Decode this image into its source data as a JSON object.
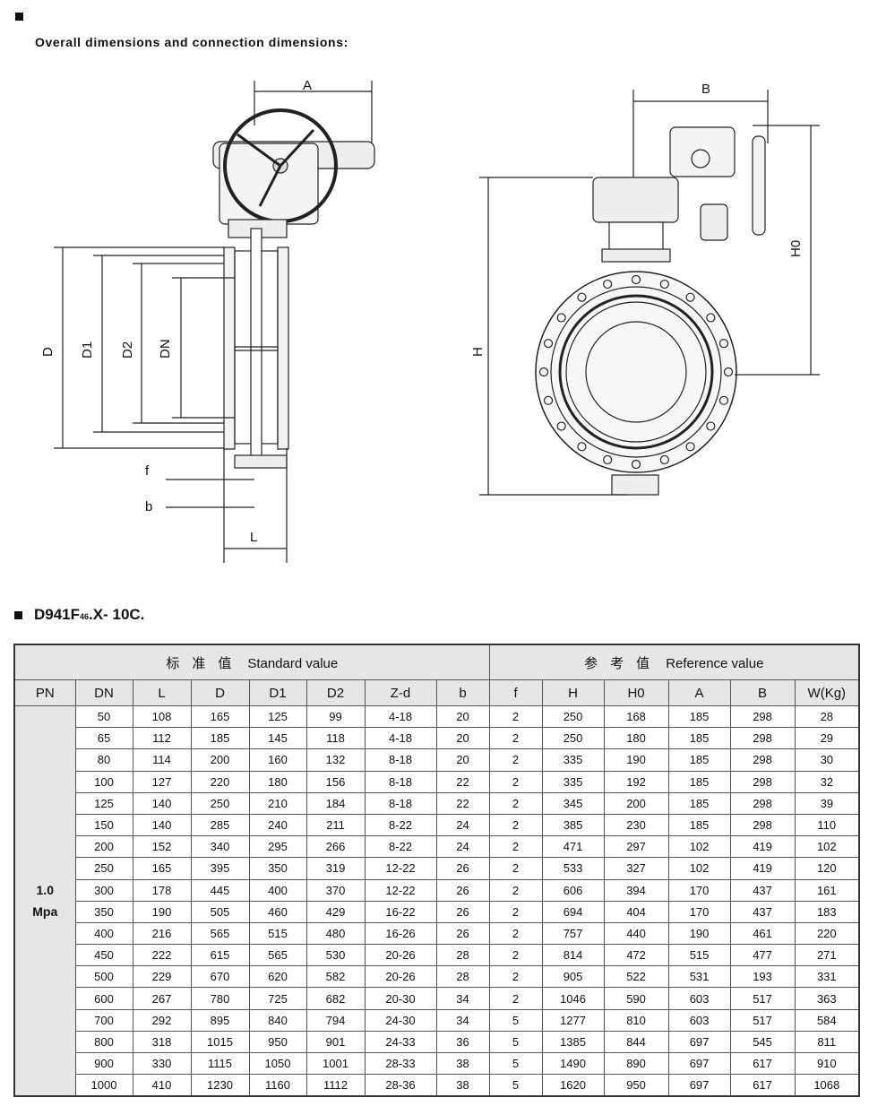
{
  "section1": {
    "title": "Overall dimensions and connection dimensions:"
  },
  "drawing": {
    "side_labels": {
      "A": "A",
      "D": "D",
      "D1": "D1",
      "D2": "D2",
      "DN": "DN",
      "f": "f",
      "b": "b",
      "L": "L"
    },
    "front_labels": {
      "B": "B",
      "H": "H",
      "H0": "H0"
    }
  },
  "section2": {
    "model_main": "D941F",
    "model_sub": "46",
    "model_tail": ".X- 10C."
  },
  "table": {
    "group_standard_zh": "标准值",
    "group_standard": "Standard value",
    "group_reference_zh": "参考值",
    "group_reference": "Reference value",
    "columns": [
      "PN",
      "DN",
      "L",
      "D",
      "D1",
      "D2",
      "Z-d",
      "b",
      "f",
      "H",
      "H0",
      "A",
      "B",
      "W(Kg)"
    ],
    "pn_value": "1.0",
    "pn_unit": "Mpa",
    "rows": [
      [
        "50",
        "108",
        "165",
        "125",
        "99",
        "4-18",
        "20",
        "2",
        "250",
        "168",
        "185",
        "298",
        "28"
      ],
      [
        "65",
        "112",
        "185",
        "145",
        "118",
        "4-18",
        "20",
        "2",
        "250",
        "180",
        "185",
        "298",
        "29"
      ],
      [
        "80",
        "114",
        "200",
        "160",
        "132",
        "8-18",
        "20",
        "2",
        "335",
        "190",
        "185",
        "298",
        "30"
      ],
      [
        "100",
        "127",
        "220",
        "180",
        "156",
        "8-18",
        "22",
        "2",
        "335",
        "192",
        "185",
        "298",
        "32"
      ],
      [
        "125",
        "140",
        "250",
        "210",
        "184",
        "8-18",
        "22",
        "2",
        "345",
        "200",
        "185",
        "298",
        "39"
      ],
      [
        "150",
        "140",
        "285",
        "240",
        "211",
        "8-22",
        "24",
        "2",
        "385",
        "230",
        "185",
        "298",
        "110"
      ],
      [
        "200",
        "152",
        "340",
        "295",
        "266",
        "8-22",
        "24",
        "2",
        "471",
        "297",
        "102",
        "419",
        "102"
      ],
      [
        "250",
        "165",
        "395",
        "350",
        "319",
        "12-22",
        "26",
        "2",
        "533",
        "327",
        "102",
        "419",
        "120"
      ],
      [
        "300",
        "178",
        "445",
        "400",
        "370",
        "12-22",
        "26",
        "2",
        "606",
        "394",
        "170",
        "437",
        "161"
      ],
      [
        "350",
        "190",
        "505",
        "460",
        "429",
        "16-22",
        "26",
        "2",
        "694",
        "404",
        "170",
        "437",
        "183"
      ],
      [
        "400",
        "216",
        "565",
        "515",
        "480",
        "16-26",
        "26",
        "2",
        "757",
        "440",
        "190",
        "461",
        "220"
      ],
      [
        "450",
        "222",
        "615",
        "565",
        "530",
        "20-26",
        "28",
        "2",
        "814",
        "472",
        "515",
        "477",
        "271"
      ],
      [
        "500",
        "229",
        "670",
        "620",
        "582",
        "20-26",
        "28",
        "2",
        "905",
        "522",
        "531",
        "193",
        "331"
      ],
      [
        "600",
        "267",
        "780",
        "725",
        "682",
        "20-30",
        "34",
        "2",
        "1046",
        "590",
        "603",
        "517",
        "363"
      ],
      [
        "700",
        "292",
        "895",
        "840",
        "794",
        "24-30",
        "34",
        "5",
        "1277",
        "810",
        "603",
        "517",
        "584"
      ],
      [
        "800",
        "318",
        "1015",
        "950",
        "901",
        "24-33",
        "36",
        "5",
        "1385",
        "844",
        "697",
        "545",
        "811"
      ],
      [
        "900",
        "330",
        "1115",
        "1050",
        "1001",
        "28-33",
        "38",
        "5",
        "1490",
        "890",
        "697",
        "617",
        "910"
      ],
      [
        "1000",
        "410",
        "1230",
        "1160",
        "1112",
        "28-36",
        "38",
        "5",
        "1620",
        "950",
        "697",
        "617",
        "1068"
      ]
    ]
  }
}
